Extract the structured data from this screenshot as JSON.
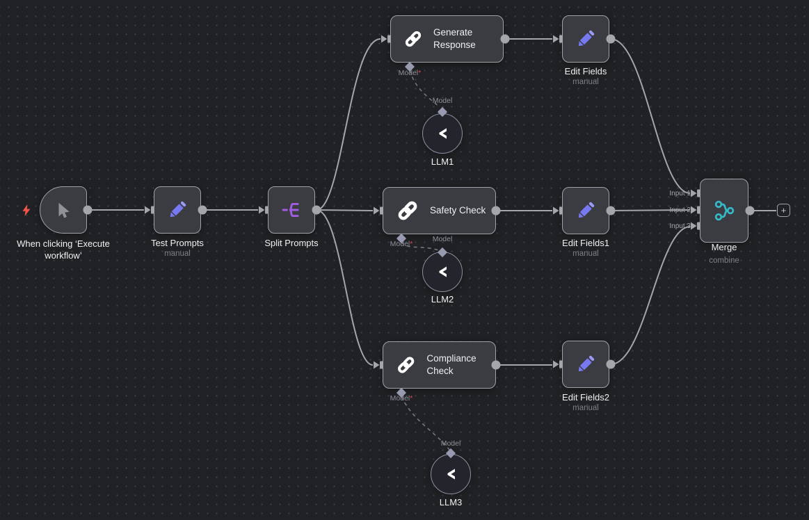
{
  "canvas": {
    "background": "#202124",
    "dot_color": "#3d3e43"
  },
  "colors": {
    "node_fill": "#3b3c41",
    "node_border": "#a0a2a8",
    "edge": "#a4a6ac",
    "edge_dashed": "#75777f",
    "text_primary": "#eef0f1",
    "text_secondary": "#7d7f88",
    "port_diamond": "#989bb0",
    "required_asterisk": "#e5484d",
    "pencil_icon_color": "#7779f0",
    "split_icon_color": "#a15ce0",
    "merge_icon_color": "#35b9c9",
    "chain_icon_color": "#ffffff",
    "cursor_icon_color": "#909297",
    "lightning_icon_color": "#f1544b",
    "llm_node_fill": "#24242d"
  },
  "icons": {
    "trigger": "cursor-icon",
    "trigger_badge": "lightning-icon",
    "test_prompts": "pencil-icon",
    "split_prompts": "split-out-icon",
    "generate_response": "chain-icon",
    "safety_check": "chain-icon",
    "compliance_check": "chain-icon",
    "edit_fields": "pencil-icon",
    "llm": "chat-model-icon",
    "merge": "merge-icon",
    "add": "plus-icon"
  },
  "nodes": {
    "trigger": {
      "label": "When clicking ‘Execute\nworkflow’"
    },
    "test_prompts": {
      "label": "Test Prompts",
      "subtitle": "manual"
    },
    "split_prompts": {
      "label": "Split Prompts"
    },
    "generate_response": {
      "title": "Generate Response",
      "model_port_label": "Model",
      "model_required": "*"
    },
    "safety_check": {
      "title": "Safety Check",
      "model_port_label": "Model",
      "model_required": "*"
    },
    "compliance_check": {
      "title": "Compliance Check",
      "model_port_label": "Model",
      "model_required": "*"
    },
    "edit_fields": {
      "label": "Edit Fields",
      "subtitle": "manual"
    },
    "edit_fields1": {
      "label": "Edit Fields1",
      "subtitle": "manual"
    },
    "edit_fields2": {
      "label": "Edit Fields2",
      "subtitle": "manual"
    },
    "llm1": {
      "label": "LLM1",
      "port_label": "Model"
    },
    "llm2": {
      "label": "LLM2",
      "port_label": "Model"
    },
    "llm3": {
      "label": "LLM3",
      "port_label": "Model"
    },
    "merge": {
      "label": "Merge",
      "subtitle": "combine",
      "inputs": [
        "Input 1",
        "Input 2",
        "Input 3"
      ]
    },
    "add_node_button": {
      "label": "+"
    }
  }
}
